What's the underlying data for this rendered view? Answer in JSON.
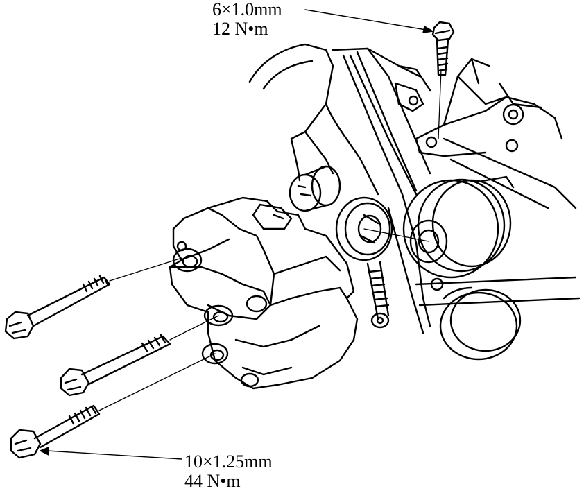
{
  "callouts": {
    "top_bolt": {
      "size": "6×1.0mm",
      "torque": "12 N•m"
    },
    "bottom_bolt": {
      "size": "10×1.25mm",
      "torque": "44 N•m"
    }
  },
  "colors": {
    "ink": "#000000",
    "paper": "#ffffff"
  }
}
